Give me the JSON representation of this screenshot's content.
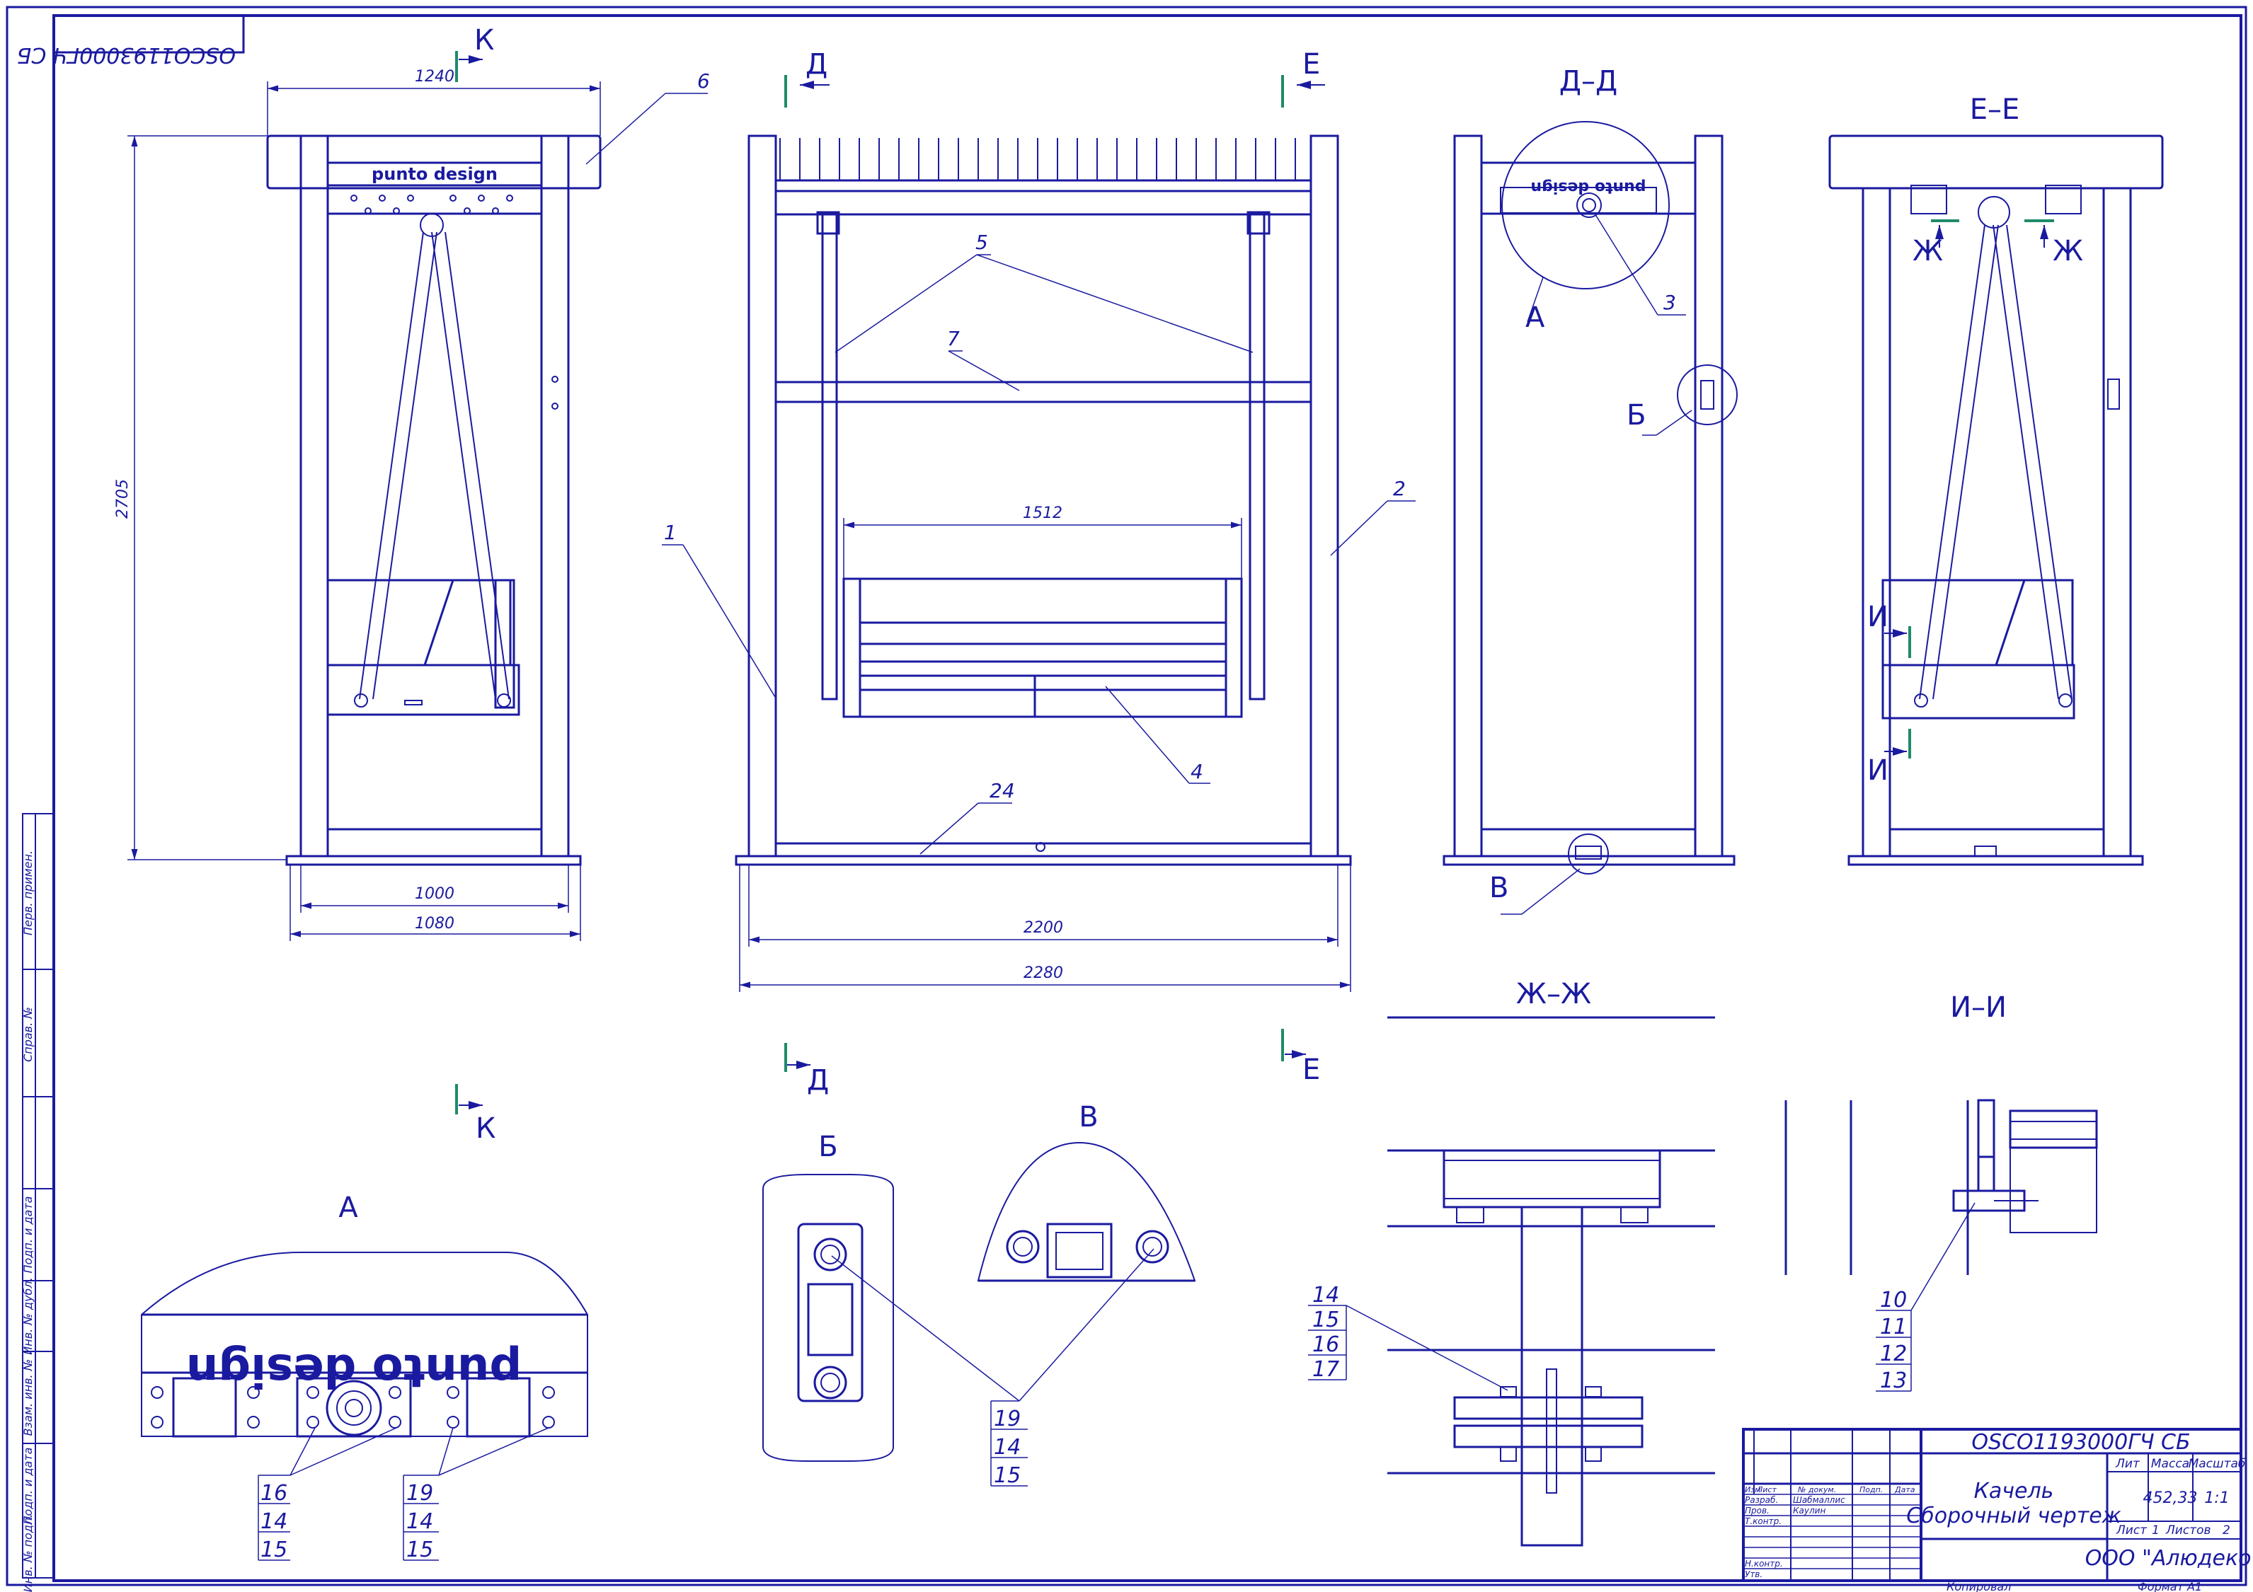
{
  "document": {
    "designation": "OSCO1193000ГЧ СБ",
    "designation_mirrored": "OSCO1193000ГЧ СБ",
    "title_line1": "Качель",
    "title_line2": "Сборочный чертеж",
    "company": "ООО \"Алюдеко\"",
    "mass": "452,33",
    "scale": "1:1",
    "sheet_label": "Лист",
    "sheet_no": "1",
    "sheets_label": "Листов",
    "sheets_total": "2",
    "lit_label": "Лит",
    "mass_label": "Масса",
    "scale_label": "Масштаб",
    "copied": "Копировал",
    "format": "Формат  А1"
  },
  "title_block": {
    "header": [
      "Изм",
      "Лист",
      "№ докум.",
      "Подп.",
      "Дата"
    ],
    "rows": [
      {
        "role": "Разраб.",
        "name": "Шабмаллис"
      },
      {
        "role": "Пров.",
        "name": "Каулин"
      },
      {
        "role": "Т.контр.",
        "name": ""
      },
      {
        "role": "Н.контр.",
        "name": ""
      },
      {
        "role": "Утв.",
        "name": ""
      }
    ]
  },
  "side_stamps": [
    "Перв. примен.",
    "Справ. №",
    "Подп. и дата",
    "Инв. № дубл.",
    "Взам. инв. №",
    "Подп. и дата",
    "Инв. № подл."
  ],
  "brand": "punto design",
  "dimensions": {
    "top_width": "1240",
    "height": "2705",
    "inner_1000": "1000",
    "outer_1080": "1080",
    "seat_1512": "1512",
    "span_2200": "2200",
    "span_2280": "2280"
  },
  "section_labels": {
    "dd": "Д–Д",
    "ee": "Е–Е",
    "zhzh": "Ж–Ж",
    "ii": "И–И",
    "a": "А",
    "b": "Б",
    "v": "В",
    "k": "К",
    "d": "Д",
    "e": "Е",
    "zh": "Ж",
    "i": "И"
  },
  "positions": {
    "p1": "1",
    "p2": "2",
    "p3": "3",
    "p4": "4",
    "p5": "5",
    "p6": "6",
    "p7": "7",
    "p24": "24"
  },
  "callouts": {
    "a_left": [
      "16",
      "14",
      "15"
    ],
    "a_right": [
      "19",
      "14",
      "15"
    ],
    "bv": [
      "19",
      "14",
      "15"
    ],
    "zh": [
      "14",
      "15",
      "16",
      "17"
    ],
    "i": [
      "10",
      "11",
      "12",
      "13"
    ]
  },
  "colors": {
    "line": "#1a1aa0",
    "cut_marker": "#1f8a6a",
    "paper": "#ffffff"
  }
}
